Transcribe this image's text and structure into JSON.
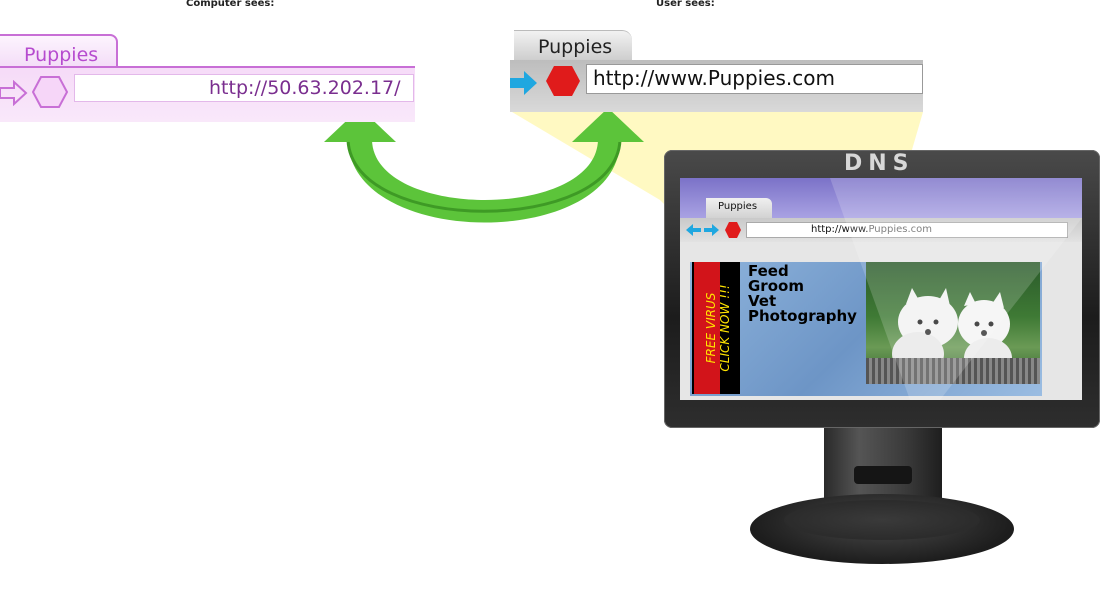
{
  "captions": {
    "computer": "Computer sees:",
    "user": "User sees:"
  },
  "computer_view": {
    "tab_label": "Puppies",
    "url": "http://50.63.202.17/",
    "accent_color": "#c86fd6"
  },
  "user_view": {
    "tab_label": "Puppies",
    "url": "http://www.Puppies.com"
  },
  "monitor": {
    "label": "DNS",
    "tab_label": "Puppies",
    "url_prefix": "http://www.",
    "url_suffix": "Puppies.com",
    "banner_lines": [
      "FREE VIRUS",
      "CLICK NOW !!!"
    ],
    "menu_items": [
      "Feed",
      "Groom",
      "Vet",
      "Photography"
    ]
  },
  "icons": {
    "back": "blue-arrow-icon",
    "stop": "red-stop-icon",
    "swap": "green-curved-arrow-icon"
  },
  "colors": {
    "arrow_green": "#5cc43a",
    "stop_red": "#e01b1b",
    "back_blue": "#1fa7e0",
    "beam_yellow": "#fff6a8"
  }
}
